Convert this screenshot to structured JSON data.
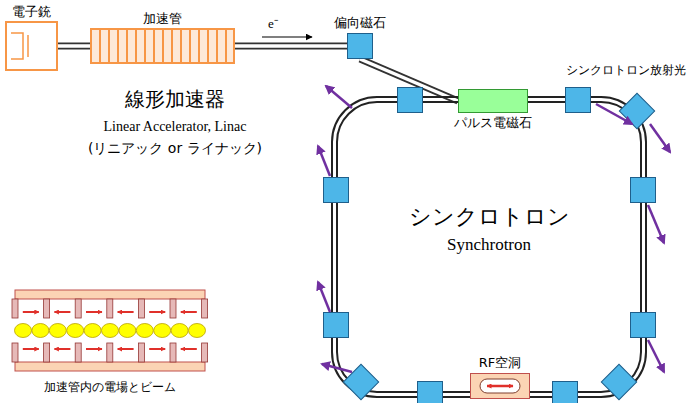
{
  "diagram": {
    "nodes": [
      {
        "text": [
          "電子銃"
        ]
      },
      {
        "text": [
          "加速管"
        ]
      },
      {
        "text": [
          "偏向磁石"
        ]
      },
      {
        "text": [
          "シンクロトロン",
          "Synchrotron"
        ]
      },
      {
        "text": [
          "パルス電磁石"
        ]
      },
      {
        "text": [
          "RF空洞"
        ]
      }
    ],
    "edges": [
      {
        "from": 0,
        "to": 1,
        "arrow": "none"
      },
      {
        "from": 1,
        "to": 2,
        "arrow": "none"
      },
      {
        "from": 2,
        "to": 4,
        "arrow": "none"
      }
    ],
    "labels": [
      "e⁻",
      "線形加速器",
      "Linear Accelerator, Linac",
      "(リニアック or ライナック)",
      "シンクロトロン放射光",
      "加速管内の電場とビーム"
    ]
  }
}
